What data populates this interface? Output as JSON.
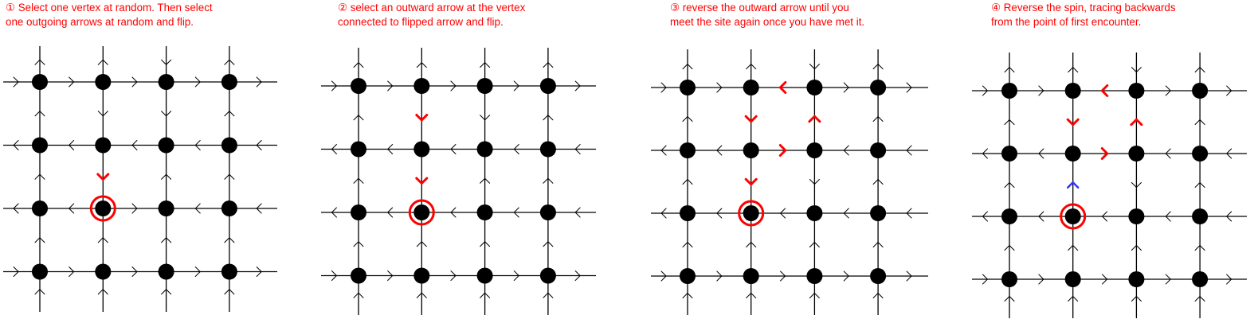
{
  "panels": [
    {
      "id": "panel-1",
      "caption": [
        "① Select one vertex at random. Then select",
        "one outgoing arrows at random and flip."
      ],
      "selected_vertex": {
        "col": 1,
        "row": 2
      },
      "h_arrows": [
        "R R R R R",
        "L L L L L",
        "L L R L L",
        "R R R R R"
      ],
      "v_arrows": [
        "U U D U",
        "U D D U",
        "U D U U",
        "U U U U",
        "U U U U"
      ],
      "red_h": [],
      "red_v": [
        {
          "col": 1,
          "row": 2
        }
      ],
      "blue_v": []
    },
    {
      "id": "panel-2",
      "caption": [
        "② select an outward arrow at the vertex",
        "connected to flipped arrow and flip."
      ],
      "selected_vertex": {
        "col": 1,
        "row": 2
      },
      "h_arrows": [
        "R R R R R",
        "L L L L L",
        "L L L L L",
        "R R R R R"
      ],
      "v_arrows": [
        "U U U U",
        "U D D U",
        "U D U U",
        "U U U U",
        "U U U U"
      ],
      "red_h": [],
      "red_v": [
        {
          "col": 1,
          "row": 1
        },
        {
          "col": 1,
          "row": 2
        }
      ],
      "blue_v": []
    },
    {
      "id": "panel-3",
      "caption": [
        "③ reverse the outward arrow until you",
        "meet the site again once you have met it."
      ],
      "selected_vertex": {
        "col": 1,
        "row": 2
      },
      "h_arrows": [
        "R R L R R",
        "L L R L L",
        "L L L L L",
        "R R R R R"
      ],
      "v_arrows": [
        "U U D U",
        "U D U U",
        "U D D U",
        "U U U U",
        "U U U U"
      ],
      "red_h": [
        {
          "col": 2,
          "row": 0
        },
        {
          "col": 2,
          "row": 1
        }
      ],
      "red_v": [
        {
          "col": 1,
          "row": 1
        },
        {
          "col": 2,
          "row": 1
        },
        {
          "col": 1,
          "row": 2
        }
      ],
      "blue_v": []
    },
    {
      "id": "panel-4",
      "caption": [
        "④ Reverse the spin, tracing backwards",
        "from the point of first encounter."
      ],
      "selected_vertex": {
        "col": 1,
        "row": 2
      },
      "h_arrows": [
        "R R L R R",
        "L L R L L",
        "L L L L L",
        "R R R R R"
      ],
      "v_arrows": [
        "U U D U",
        "U D U U",
        "U U D U",
        "U U U U",
        "U U U U"
      ],
      "red_h": [
        {
          "col": 2,
          "row": 0
        },
        {
          "col": 2,
          "row": 1
        }
      ],
      "red_v": [
        {
          "col": 1,
          "row": 1
        },
        {
          "col": 2,
          "row": 1
        }
      ],
      "blue_v": [
        {
          "col": 1,
          "row": 2
        }
      ]
    }
  ],
  "colors": {
    "lattice": "#000000",
    "flipped": "#ff0000",
    "reversed": "#3333ff",
    "caption": "#ff0000"
  }
}
